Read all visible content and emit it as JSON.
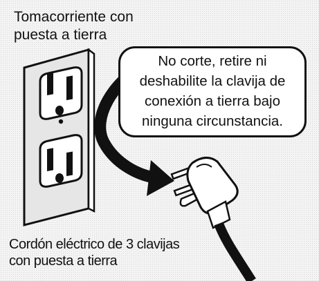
{
  "outlet_label": "Tomacorriente con\npuesta a tierra",
  "warning_text": "No corte, retire ni\ndeshabilite la clavija de\nconexión a tierra bajo\nninguna circunstancia.",
  "cord_label": "Cordón eléctrico de 3 clavijas\ncon puesta a tierra",
  "colors": {
    "ink": "#111111",
    "paper": "#ffffff",
    "plate_shade": "#e8e8e8"
  }
}
